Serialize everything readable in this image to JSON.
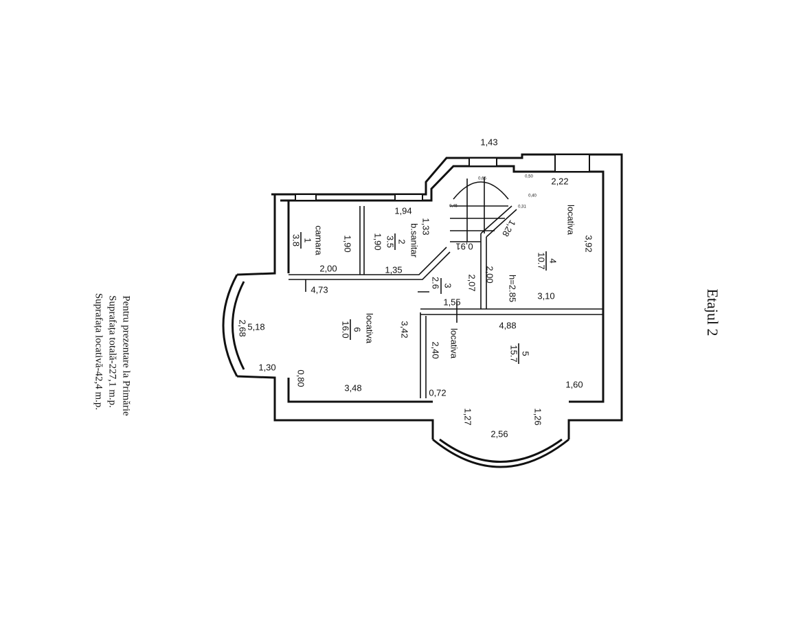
{
  "title": "Etajul 2",
  "notes": {
    "line1": "Pentru prezentare la Primărie",
    "line2": "Suprafața totală-227,1 m.p.",
    "line3": "Suprafața locativă-42,4 m.p."
  },
  "rooms": [
    {
      "number": "1",
      "name": "camara",
      "area": "3.8",
      "dims": [
        "1,90",
        "2,00",
        "4,73"
      ]
    },
    {
      "number": "2",
      "name": "b.sanitar",
      "area": "3.5",
      "dims": [
        "1,94",
        "1,33",
        "1,90",
        "1,35"
      ]
    },
    {
      "number": "3",
      "name": "",
      "area": "2.6",
      "dims": [
        "2,07",
        "1,55",
        "0,91",
        "2,00"
      ]
    },
    {
      "number": "4",
      "name": "locativa",
      "area": "10.7",
      "dims": [
        "2,22",
        "3,92",
        "3,10",
        "1,28",
        "h=2.85"
      ]
    },
    {
      "number": "5",
      "name": "locativa",
      "area": "15.7",
      "dims": [
        "4,88",
        "2,40",
        "1,60",
        "0,72",
        "1,27",
        "2,56",
        "1,26"
      ]
    },
    {
      "number": "6",
      "name": "locativa",
      "area": "16.0",
      "dims": [
        "3,42",
        "5,18",
        "2,68",
        "1,30",
        "0,80",
        "3,48"
      ]
    }
  ],
  "stair": {
    "top_width": "1,43",
    "small": [
      "0,65",
      "0,50",
      "0,40",
      "0,31",
      "0,45"
    ]
  }
}
